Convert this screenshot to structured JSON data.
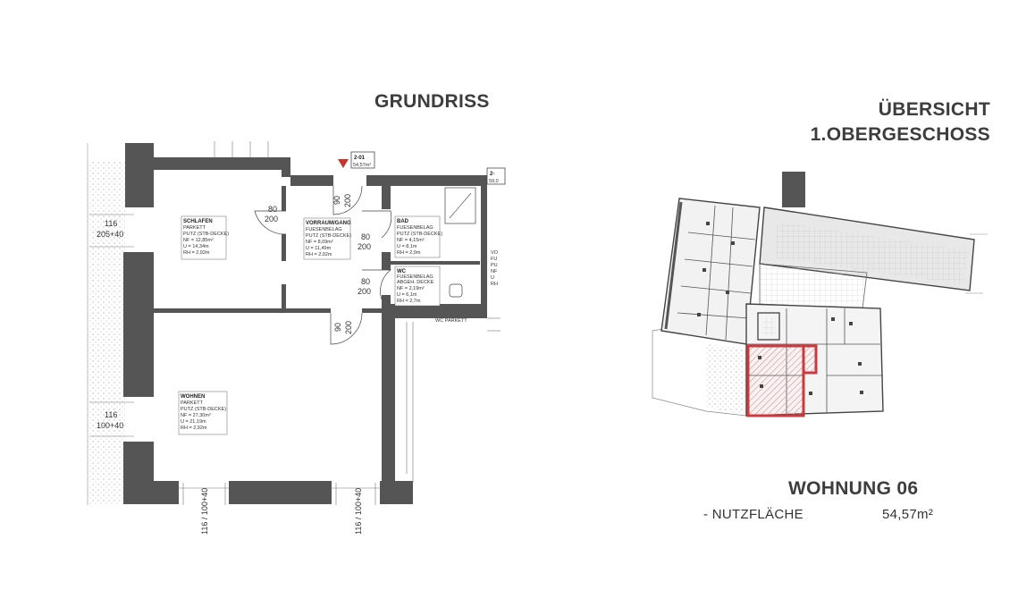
{
  "titles": {
    "grundriss": "GRUNDRISS",
    "overview_line1": "ÜBERSICHT",
    "overview_line2": "1.OBERGESCHOSS",
    "unit": "WOHNUNG 06",
    "area_label": "- NUTZFLÄCHE",
    "area_value": "54,57m²"
  },
  "plan": {
    "tag": {
      "code": "2-01",
      "area": "54,57m²"
    },
    "tag_neighbor": {
      "code": "2-",
      "area": "59,0"
    },
    "rooms": [
      {
        "name": "SCHLAFEN",
        "floor": "PARKETT",
        "wall": "PUTZ (STB-DECKE)",
        "nf": "NF = 12,85m²",
        "u": "U = 14,34m",
        "rh": "RH = 2,92m"
      },
      {
        "name": "VORRAUM/GANG",
        "floor": "FUESENBELAG",
        "wall": "PUTZ (STB-DECKE)",
        "nf": "NF = 8,09m²",
        "u": "U = 11,49m",
        "rh": "RH = 2,92m"
      },
      {
        "name": "BAD",
        "floor": "FUESENBELAG",
        "wall": "PUTZ (STB-DECKE)",
        "nf": "NF = 4,15m²",
        "u": "U = 8,1m",
        "rh": "RH = 2,9m"
      },
      {
        "name": "WC",
        "floor": "FUESENBELAG",
        "wall": "ABGEH. DECKE",
        "nf": "NF = 2,19m²",
        "u": "U = 6,1m",
        "rh": "RH = 2,7m"
      },
      {
        "name": "WOHNEN",
        "floor": "PARKETT",
        "wall": "PUTZ (STB-DECKE)",
        "nf": "NF = 27,30m²",
        "u": "U = 21,19m",
        "rh": "RH = 2,92m"
      }
    ],
    "dims": {
      "window_left_top_a": "116",
      "window_left_top_b": "205+40",
      "window_left_bottom_a": "116",
      "window_left_bottom_b": "100+40",
      "door_schlafen_a": "80",
      "door_schlafen_b": "200",
      "door_entry_a": "90",
      "door_entry_b": "200",
      "door_bad_a": "80",
      "door_bad_b": "200",
      "door_wc_a": "80",
      "door_wc_b": "200",
      "door_wohnen_a": "90",
      "door_wohnen_b": "200",
      "window_bottom_1": "116 / 100+40",
      "window_bottom_2": "116 / 100+40"
    },
    "outside_label": "WC PARKETT",
    "neighbor_letters": [
      "VO",
      "FU",
      "PU",
      "NF",
      "U",
      "RH"
    ]
  },
  "colors": {
    "wall": "#555555",
    "highlight": "#d0393c",
    "hatch": "#e58a8c",
    "text": "#3d3d3d"
  }
}
